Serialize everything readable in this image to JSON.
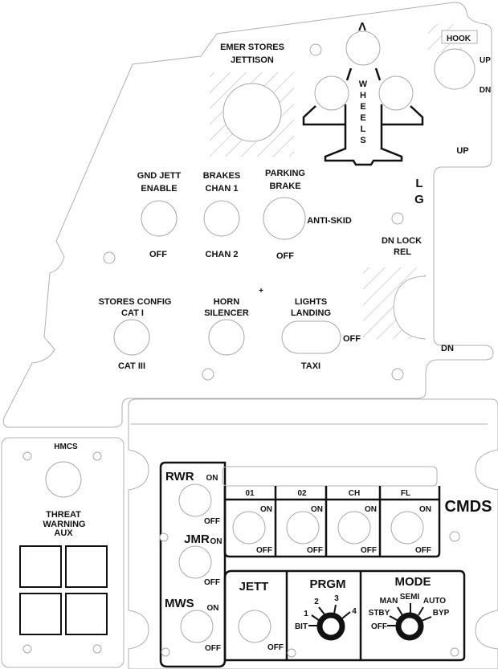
{
  "upper_panel": {
    "emer_stores": {
      "line1": "EMER STORES",
      "line2": "JETTISON"
    },
    "wheels": {
      "arrow": "Λ",
      "letters": [
        "W",
        "H",
        "E",
        "E",
        "L",
        "S"
      ]
    },
    "hook": {
      "title": "HOOK",
      "up": "UP",
      "dn": "DN"
    },
    "lg": {
      "up": "UP",
      "l": "L",
      "g": "G",
      "dn_lock_1": "DN  LOCK",
      "dn_lock_2": "REL",
      "dn": "DN"
    },
    "gnd_jett": {
      "line1": "GND  JETT",
      "line2": "ENABLE",
      "off": "OFF"
    },
    "brakes": {
      "line1": "BRAKES",
      "line2": "CHAN 1",
      "alt": "CHAN 2"
    },
    "parking_brake": {
      "line1": "PARKING",
      "line2": "BRAKE",
      "right": "ANTI-SKID",
      "off": "OFF"
    },
    "stores_config": {
      "line1": "STORES CONFIG",
      "line2": "CAT I",
      "alt": "CAT III"
    },
    "horn": {
      "line1": "HORN",
      "line2": "SILENCER"
    },
    "lights": {
      "line1": "LIGHTS",
      "line2": "LANDING",
      "off": "OFF",
      "alt": "TAXI"
    },
    "plus": "+"
  },
  "hmcs_panel": {
    "title": "HMCS",
    "threat_1": "THREAT",
    "threat_2": "WARNING",
    "threat_3": "AUX"
  },
  "cmds_panel": {
    "title": "CMDS",
    "rwr": {
      "label": "RWR",
      "on": "ON",
      "off": "OFF"
    },
    "jmr": {
      "label": "JMR",
      "on": "ON",
      "off": "OFF"
    },
    "mws": {
      "label": "MWS",
      "on": "ON",
      "off": "OFF"
    },
    "switches": [
      {
        "label": "01",
        "on": "ON",
        "off": "OFF"
      },
      {
        "label": "02",
        "on": "ON",
        "off": "OFF"
      },
      {
        "label": "CH",
        "on": "ON",
        "off": "OFF"
      },
      {
        "label": "FL",
        "on": "ON",
        "off": "OFF"
      }
    ],
    "jett": {
      "label": "JETT",
      "off": "OFF"
    },
    "prgm": {
      "label": "PRGM",
      "positions": [
        "BIT",
        "1",
        "2",
        "3",
        "4"
      ]
    },
    "mode": {
      "label": "MODE",
      "positions": [
        "OFF",
        "STBY",
        "MAN",
        "SEMI",
        "AUTO",
        "BYP"
      ]
    }
  }
}
